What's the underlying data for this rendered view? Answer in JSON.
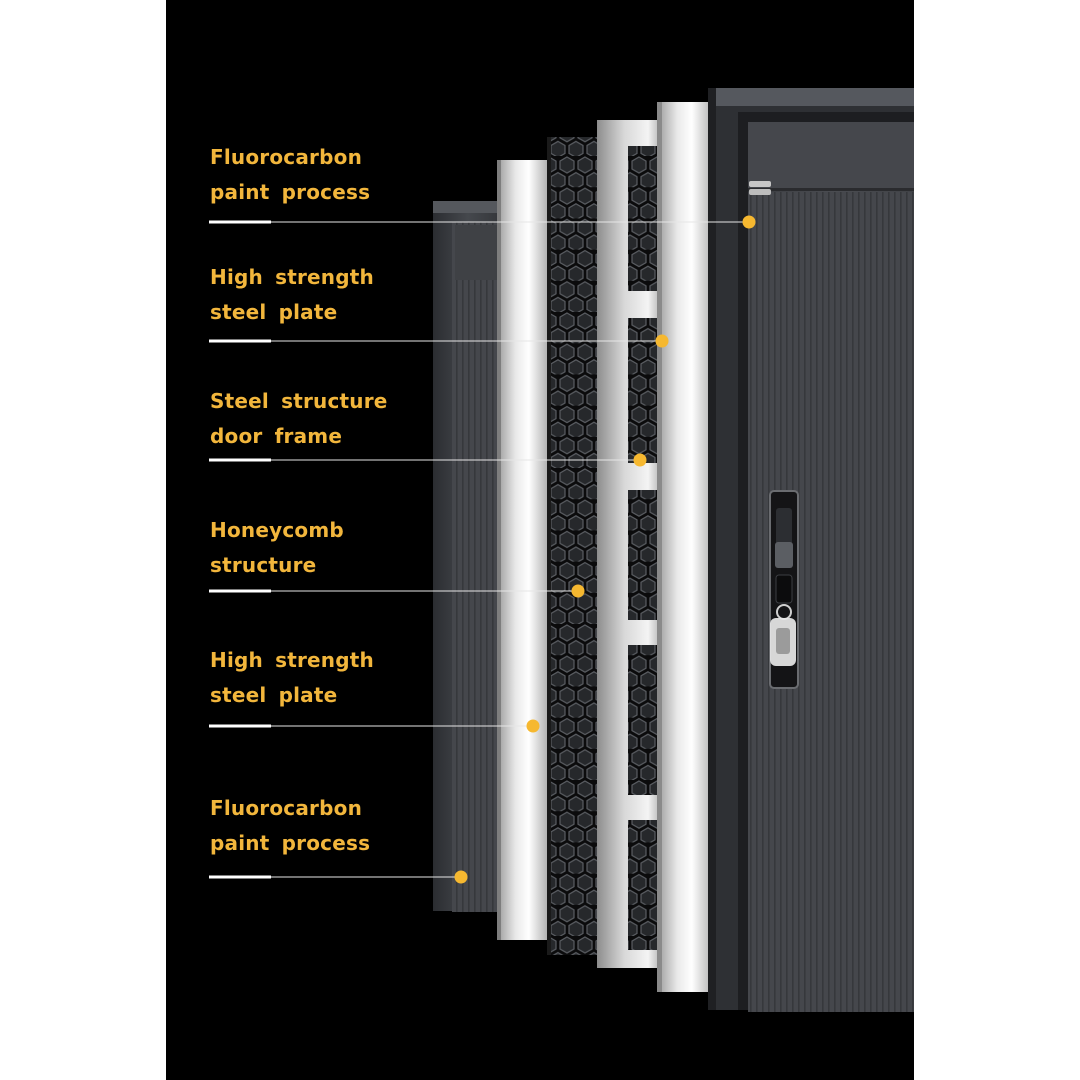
{
  "colors": {
    "background": "#000000",
    "label_text": "#f2b63c",
    "marker_dot": "#f6b830",
    "leader_line": "#e6e6e6"
  },
  "layers": [
    {
      "id": "paint-outer",
      "lines": [
        "Fluorocarbon",
        "paint process"
      ]
    },
    {
      "id": "steel-plate-outer",
      "lines": [
        "High strength",
        "steel plate"
      ]
    },
    {
      "id": "door-frame",
      "lines": [
        "Steel structure",
        "door frame"
      ]
    },
    {
      "id": "honeycomb",
      "lines": [
        "Honeycomb",
        "structure"
      ]
    },
    {
      "id": "steel-plate-inner",
      "lines": [
        "High strength",
        "steel plate"
      ]
    },
    {
      "id": "paint-inner",
      "lines": [
        "Fluorocarbon",
        "paint process"
      ]
    }
  ]
}
